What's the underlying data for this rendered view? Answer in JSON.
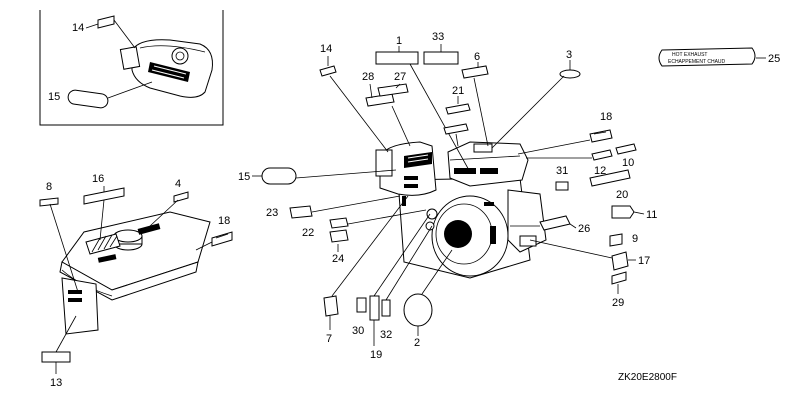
{
  "diagram": {
    "drawing_code": "ZK20E2800F",
    "warning_label": {
      "line1": "HOT EXHAUST",
      "line2": "ECHAPPEMENT CHAUD"
    },
    "callouts": {
      "c1": "1",
      "c2": "2",
      "c3": "3",
      "c4": "4",
      "c6": "6",
      "c7": "7",
      "c8": "8",
      "c9": "9",
      "c10": "10",
      "c11": "11",
      "c12": "12",
      "c13": "13",
      "c14a": "14",
      "c14b": "14",
      "c15a": "15",
      "c15b": "15",
      "c16": "16",
      "c17": "17",
      "c18a": "18",
      "c18b": "18",
      "c19": "19",
      "c20": "20",
      "c21": "21",
      "c22": "22",
      "c23": "23",
      "c24": "24",
      "c25": "25",
      "c26": "26",
      "c27": "27",
      "c28": "28",
      "c29": "29",
      "c30": "30",
      "c31": "31",
      "c32": "32",
      "c33": "33"
    }
  }
}
